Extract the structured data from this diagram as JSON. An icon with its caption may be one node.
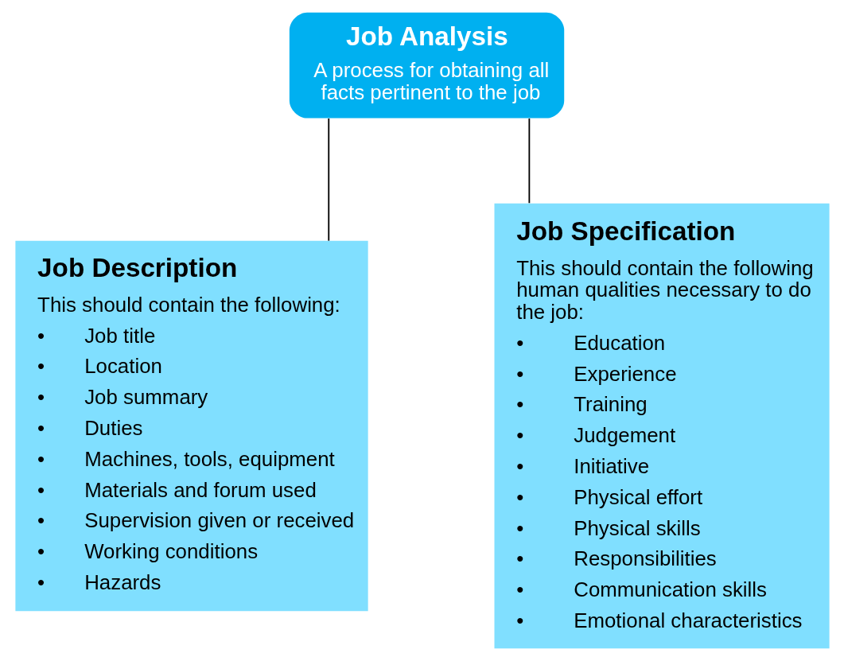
{
  "diagram": {
    "nodes": [
      {
        "text": [
          "Job Analysis",
          "A process for obtaining all facts pertinent to the job"
        ]
      },
      {
        "text": [
          "Job Description",
          "This should contain the following:",
          "•",
          "Job title",
          "•",
          "Location",
          "•",
          "Job summary",
          "•",
          "Duties",
          "•",
          "Machines, tools, equipment",
          "•",
          "Materials and forum used",
          "•",
          "Supervision given or received",
          "•",
          "Working conditions",
          "•",
          "Hazards"
        ]
      },
      {
        "text": [
          "Job Specification",
          "This should contain the following human qualities necessary to do the job:",
          "•",
          "Education",
          "•",
          "Experience",
          "•",
          "Training",
          "•",
          "Judgement",
          "•",
          "Initiative",
          "•",
          "Physical effort",
          "•",
          "Physical skills",
          "•",
          "Responsibilities",
          "•",
          "Communication skills",
          "•",
          "Emotional characteristics"
        ]
      }
    ],
    "edges": [
      {
        "from": 0,
        "to": 1,
        "arrow": "none"
      },
      {
        "from": 0,
        "to": 2,
        "arrow": "none"
      }
    ]
  }
}
